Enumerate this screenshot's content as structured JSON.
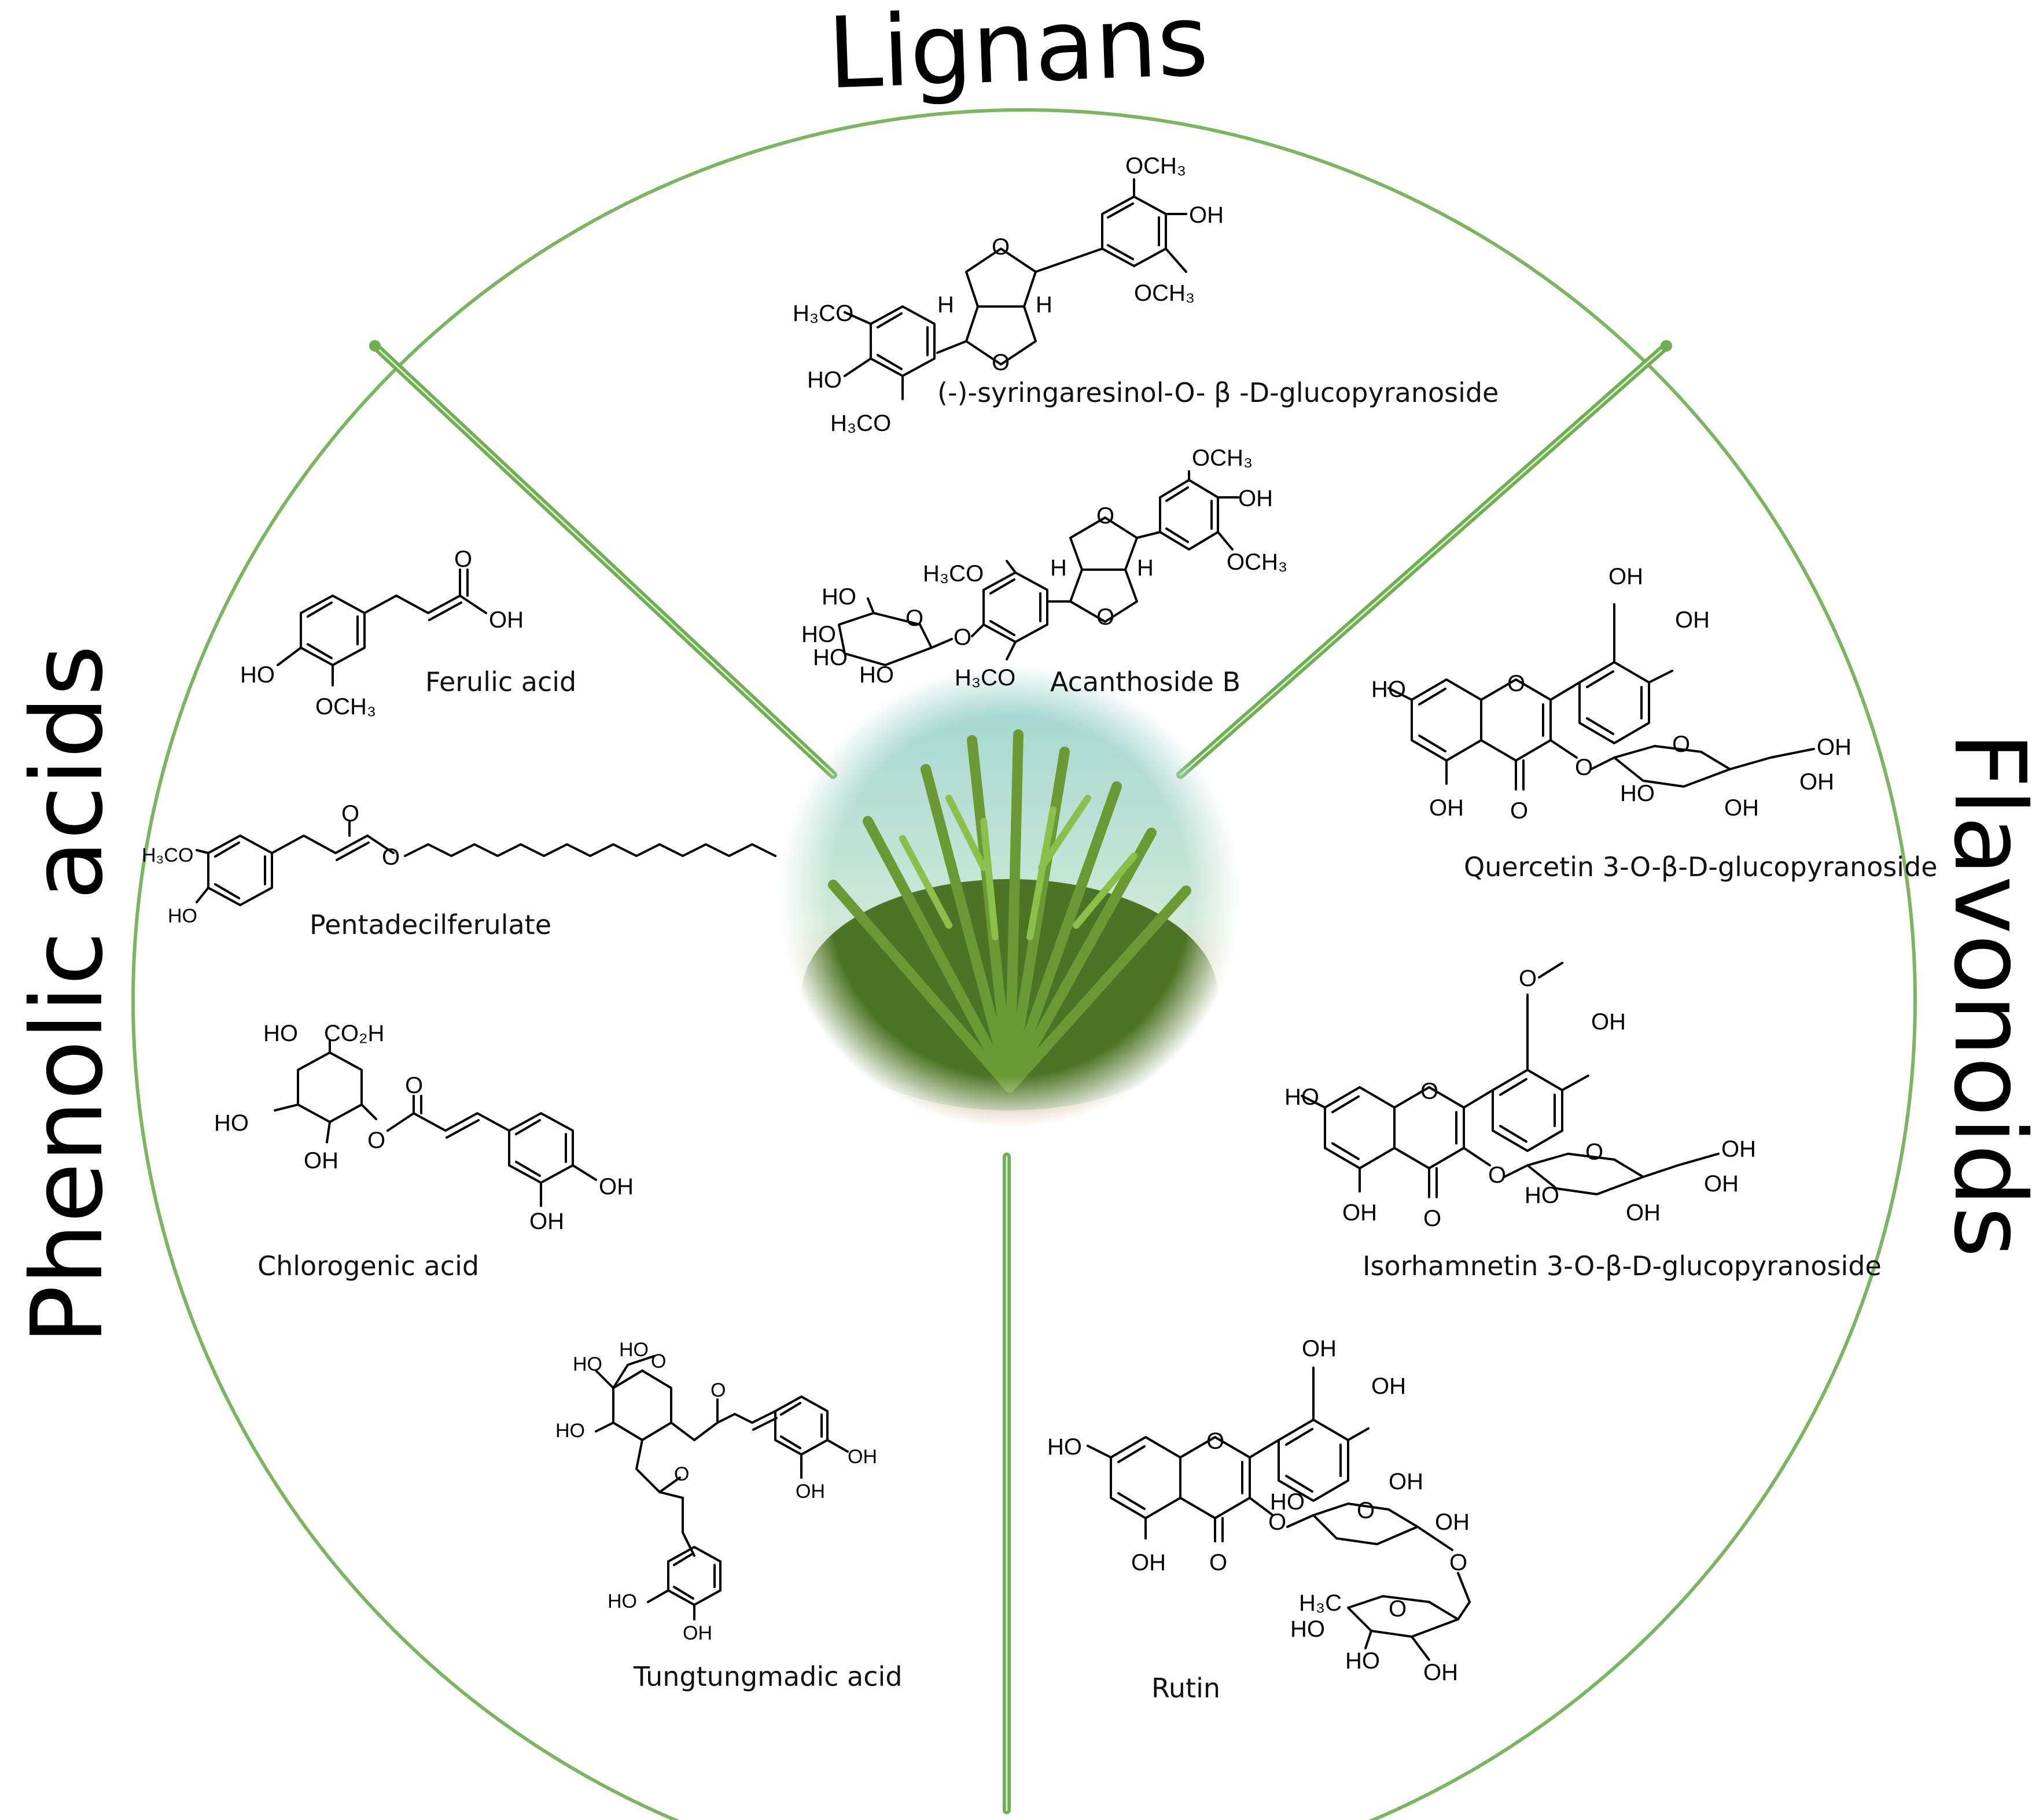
{
  "categories": {
    "top": "Lignans",
    "left": "Phenolic acids",
    "right": "Flavonoids"
  },
  "compounds": {
    "syringaresinol": "(-)-syringaresinol-O- β -D-glucopyranoside",
    "acanthoside": "Acanthoside B",
    "ferulic": "Ferulic acid",
    "pentadecil": "Pentadecilferulate",
    "chlorogenic": "Chlorogenic acid",
    "tungtungmadic": "Tungtungmadic acid",
    "quercetin": "Quercetin 3-O-β-D-glucopyranoside",
    "isorhamnetin": "Isorhamnetin 3-O-β-D-glucopyranoside",
    "rutin": "Rutin"
  },
  "atoms": {
    "OH": "OH",
    "HO": "HO",
    "O": "O",
    "H": "H",
    "OCH3": "OCH₃",
    "H3CO": "H₃CO",
    "H3C": "H₃C",
    "CO2H": "CO₂H"
  },
  "colors": {
    "circle": "#7cb55f",
    "divider": "#6fae52",
    "plant_bg": "#a8d8d0",
    "plant_green": "#5e8a2c"
  }
}
